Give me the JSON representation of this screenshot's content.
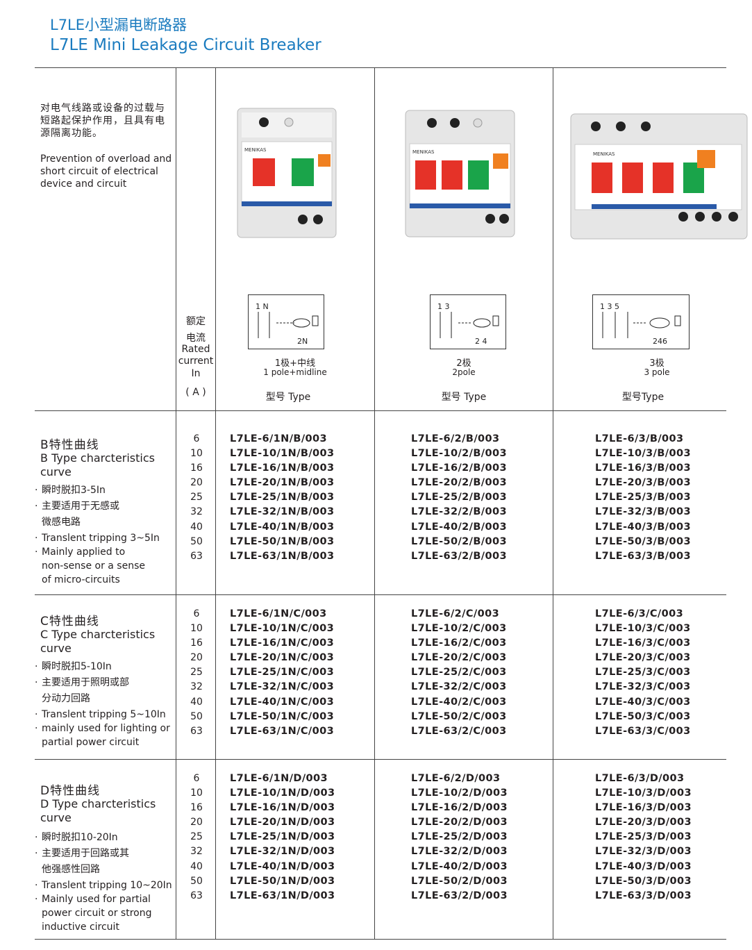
{
  "header": {
    "title_cn": "L7LE小型漏电断路器",
    "title_en": "L7LE Mini Leakage Circuit Breaker"
  },
  "description": {
    "cn": "对电气线路或设备的过载与短路起保护作用，且具有电源隔离功能。",
    "en": "Prevention of overload and short circuit of electrical device and circuit"
  },
  "rated_current": {
    "cn_line1": "额定",
    "cn_line2": "电流",
    "en_line1": "Rated",
    "en_line2": "current",
    "symbol": "In",
    "unit": "( A )"
  },
  "columns": [
    {
      "brand": "MENIKAS",
      "pole_cn": "1极+中线",
      "pole_en": "1 pole+midline",
      "type_label": "型号 Type",
      "diagram_top": "1  N",
      "diagram_bottom": "2N"
    },
    {
      "brand": "MENIKAS",
      "pole_cn": "2极",
      "pole_en": "2pole",
      "type_label": "型号 Type",
      "diagram_top": "1  3",
      "diagram_bottom": "2 4"
    },
    {
      "brand": "MENIKAS",
      "pole_cn": "3极",
      "pole_en": "3 pole",
      "type_label": "型号Type",
      "diagram_top": "1  3  5",
      "diagram_bottom": "246"
    }
  ],
  "sections": [
    {
      "title_cn": "B特性曲线",
      "title_en": "B Type charcteristics curve",
      "notes": [
        "瞬时脱扣3-5In",
        "主要适用于无感或",
        "微感电路",
        "Translent tripping 3~5In",
        "Mainly applied to",
        "non-sense or a sense",
        "of micro-circuits"
      ],
      "amps": [
        "6",
        "10",
        "16",
        "20",
        "25",
        "32",
        "40",
        "50",
        "63"
      ],
      "col1": [
        "L7LE-6/1N/B/003",
        "L7LE-10/1N/B/003",
        "L7LE-16/1N/B/003",
        "L7LE-20/1N/B/003",
        "L7LE-25/1N/B/003",
        "L7LE-32/1N/B/003",
        "L7LE-40/1N/B/003",
        "L7LE-50/1N/B/003",
        "L7LE-63/1N/B/003"
      ],
      "col2": [
        "L7LE-6/2/B/003",
        "L7LE-10/2/B/003",
        "L7LE-16/2/B/003",
        "L7LE-20/2/B/003",
        "L7LE-25/2/B/003",
        "L7LE-32/2/B/003",
        "L7LE-40/2/B/003",
        "L7LE-50/2/B/003",
        "L7LE-63/2/B/003"
      ],
      "col3": [
        "L7LE-6/3/B/003",
        "L7LE-10/3/B/003",
        "L7LE-16/3/B/003",
        "L7LE-20/3/B/003",
        "L7LE-25/3/B/003",
        "L7LE-32/3/B/003",
        "L7LE-40/3/B/003",
        "L7LE-50/3/B/003",
        "L7LE-63/3/B/003"
      ]
    },
    {
      "title_cn": "C特性曲线",
      "title_en": "C Type charcteristics curve",
      "notes": [
        "瞬时脱扣5-10In",
        "主要适用于照明或部",
        "分动力回路",
        "Translent tripping 5~10In",
        "mainly used for lighting or",
        "partial power circuit"
      ],
      "amps": [
        "6",
        "10",
        "16",
        "20",
        "25",
        "32",
        "40",
        "50",
        "63"
      ],
      "col1": [
        "L7LE-6/1N/C/003",
        "L7LE-10/1N/C/003",
        "L7LE-16/1N/C/003",
        "L7LE-20/1N/C/003",
        "L7LE-25/1N/C/003",
        "L7LE-32/1N/C/003",
        "L7LE-40/1N/C/003",
        "L7LE-50/1N/C/003",
        "L7LE-63/1N/C/003"
      ],
      "col2": [
        "L7LE-6/2/C/003",
        "L7LE-10/2/C/003",
        "L7LE-16/2/C/003",
        "L7LE-20/2/C/003",
        "L7LE-25/2/C/003",
        "L7LE-32/2/C/003",
        "L7LE-40/2/C/003",
        "L7LE-50/2/C/003",
        "L7LE-63/2/C/003"
      ],
      "col3": [
        "L7LE-6/3/C/003",
        "L7LE-10/3/C/003",
        "L7LE-16/3/C/003",
        "L7LE-20/3/C/003",
        "L7LE-25/3/C/003",
        "L7LE-32/3/C/003",
        "L7LE-40/3/C/003",
        "L7LE-50/3/C/003",
        "L7LE-63/3/C/003"
      ]
    },
    {
      "title_cn": "D特性曲线",
      "title_en": "D Type charcteristics curve",
      "notes": [
        "瞬时脱扣10-20In",
        "主要适用于回路或其",
        "他强感性回路",
        "Translent tripping 10~20In",
        "Mainly used for partial",
        "power circuit or strong",
        "inductive circuit"
      ],
      "amps": [
        "6",
        "10",
        "16",
        "20",
        "25",
        "32",
        "40",
        "50",
        "63"
      ],
      "col1": [
        "L7LE-6/1N/D/003",
        "L7LE-10/1N/D/003",
        "L7LE-16/1N/D/003",
        "L7LE-20/1N/D/003",
        "L7LE-25/1N/D/003",
        "L7LE-32/1N/D/003",
        "L7LE-40/1N/D/003",
        "L7LE-50/1N/D/003",
        "L7LE-63/1N/D/003"
      ],
      "col2": [
        "L7LE-6/2/D/003",
        "L7LE-10/2/D/003",
        "L7LE-16/2/D/003",
        "L7LE-20/2/D/003",
        "L7LE-25/2/D/003",
        "L7LE-32/2/D/003",
        "L7LE-40/2/D/003",
        "L7LE-50/2/D/003",
        "L7LE-63/2/D/003"
      ],
      "col3": [
        "L7LE-6/3/D/003",
        "L7LE-10/3/D/003",
        "L7LE-16/3/D/003",
        "L7LE-20/3/D/003",
        "L7LE-25/3/D/003",
        "L7LE-32/3/D/003",
        "L7LE-40/3/D/003",
        "L7LE-50/3/D/003",
        "L7LE-63/3/D/003"
      ]
    }
  ]
}
